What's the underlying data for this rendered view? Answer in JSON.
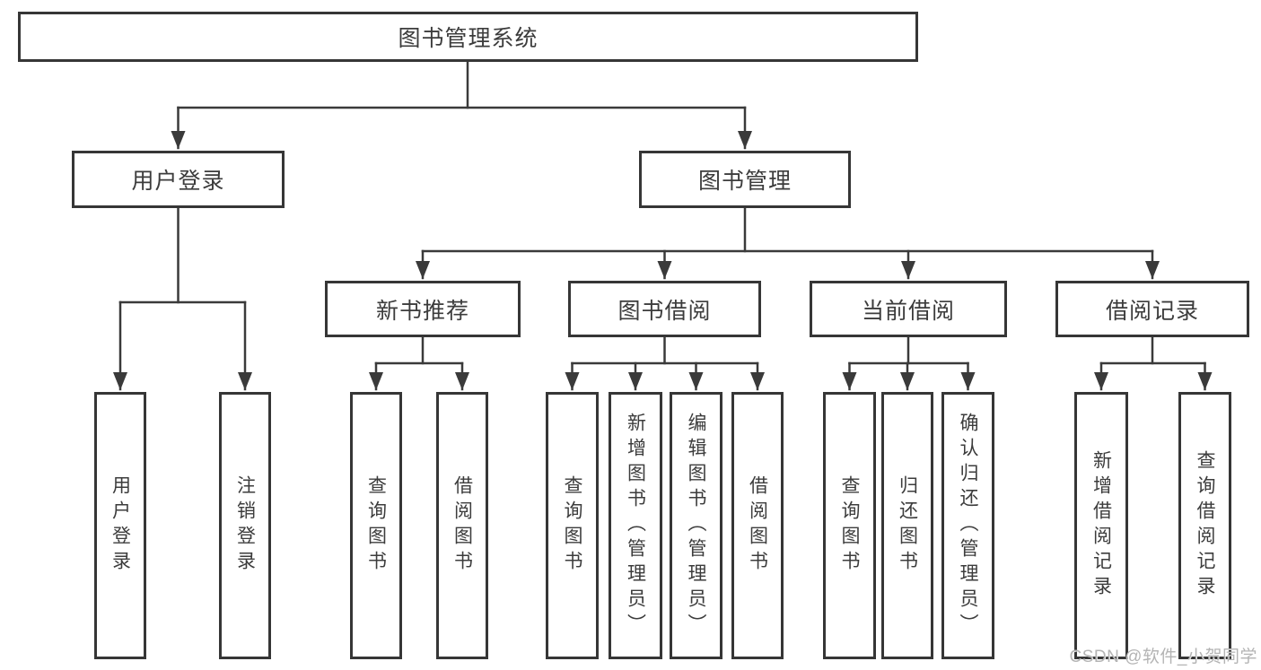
{
  "diagram": {
    "root": {
      "label": "图书管理系统"
    },
    "branches": [
      {
        "label": "用户登录",
        "leaves": [
          {
            "label": "用户登录"
          },
          {
            "label": "注销登录"
          }
        ]
      },
      {
        "label": "图书管理",
        "groups": [
          {
            "label": "新书推荐",
            "leaves": [
              {
                "label": "查询图书"
              },
              {
                "label": "借阅图书"
              }
            ]
          },
          {
            "label": "图书借阅",
            "leaves": [
              {
                "label": "查询图书"
              },
              {
                "label": "新增图书（管理员）"
              },
              {
                "label": "编辑图书（管理员）"
              },
              {
                "label": "借阅图书"
              }
            ]
          },
          {
            "label": "当前借阅",
            "leaves": [
              {
                "label": "查询图书"
              },
              {
                "label": "归还图书"
              },
              {
                "label": "确认归还（管理员）"
              }
            ]
          },
          {
            "label": "借阅记录",
            "leaves": [
              {
                "label": "新增借阅记录"
              },
              {
                "label": "查询借阅记录"
              }
            ]
          }
        ]
      }
    ]
  },
  "watermark": {
    "text": "CSDN @软件_小贺同学"
  },
  "colors": {
    "line": "#3a3a3a",
    "box_border": "#363636",
    "text": "#3c3c3c",
    "watermark": "#b4b4b4",
    "background": "#ffffff"
  }
}
